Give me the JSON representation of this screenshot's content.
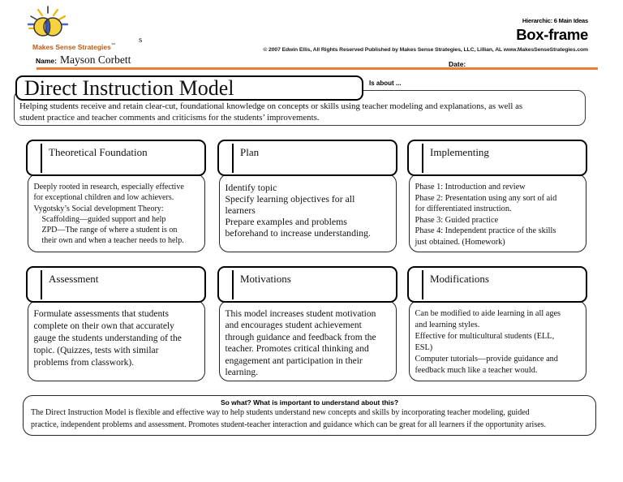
{
  "page": {
    "accent_color": "#ED7D31",
    "background": "#FFFFFF"
  },
  "header": {
    "logo_icon": "makes-sense-strategies-sun-logo",
    "brand": "Makes Sense Strategies",
    "trademark": "™",
    "stray_text": "s",
    "hierarchic": "Hierarchic: 6 Main Ideas",
    "template_name": "Box-frame",
    "copyright": "© 2007 Edwin Ellis, All Rights Reserved   Published by Makes Sense Strategies, LLC, Lillian, AL   www.MakesSenseStrategies.com",
    "name_label": "Name:",
    "name_value": "Mayson Corbett",
    "date_label": "Date:",
    "date_value": ""
  },
  "title": {
    "text": "Direct Instruction Model",
    "is_about": "Is about ...",
    "description": "Helping students receive and retain clear-cut, foundational knowledge on concepts or skills using teacher modeling and explanations, as well as\nstudent practice and teacher comments and criticisms for the students’ improvements."
  },
  "boxes": [
    {
      "title": "Theoretical Foundation",
      "body": "Deeply rooted in research, especially effective\nfor exceptional children and low achievers.\nVygotsky’s Social development Theory:\n    Scaffolding—guided support and help\n    ZPD—The range of where a student is on\n    their own and when a teacher needs to help."
    },
    {
      "title": "Plan",
      "body": "Identify topic\nSpecify learning objectives for all\nlearners\nPrepare examples and problems\nbeforehand to increase understanding."
    },
    {
      "title": "Implementing",
      "body": "Phase 1: Introduction and review\nPhase 2: Presentation using any sort of aid\nfor differentiated instruction.\nPhase 3: Guided practice\nPhase 4: Independent practice of the skills\njust obtained. (Homework)"
    },
    {
      "title": "Assessment",
      "body": "Formulate assessments that students\ncomplete on their own that accurately\ngauge the students understanding of the\ntopic. (Quizzes, tests with similar\nproblems from classwork)."
    },
    {
      "title": "Motivations",
      "body": "This model increases student motivation\nand encourages student achievement\nthrough guidance and feedback from the\nteacher. Promotes critical thinking and\nengagement ant participation in their\nlearning."
    },
    {
      "title": "Modifications",
      "body": "Can be modified to aide learning in all ages\nand learning styles.\nEffective for multicultural students (ELL,\nESL)\nComputer tutorials—provide guidance and\nfeedback much like a teacher would."
    }
  ],
  "summary": {
    "heading": "So what? What is important to understand about this?",
    "body": "The Direct Instruction Model is flexible and effective way to help students understand new concepts and skills by incorporating teacher modeling, guided\npractice, independent problems and assessment. Promotes student-teacher interaction and guidance which can be great for all learners if the opportunity arises."
  }
}
